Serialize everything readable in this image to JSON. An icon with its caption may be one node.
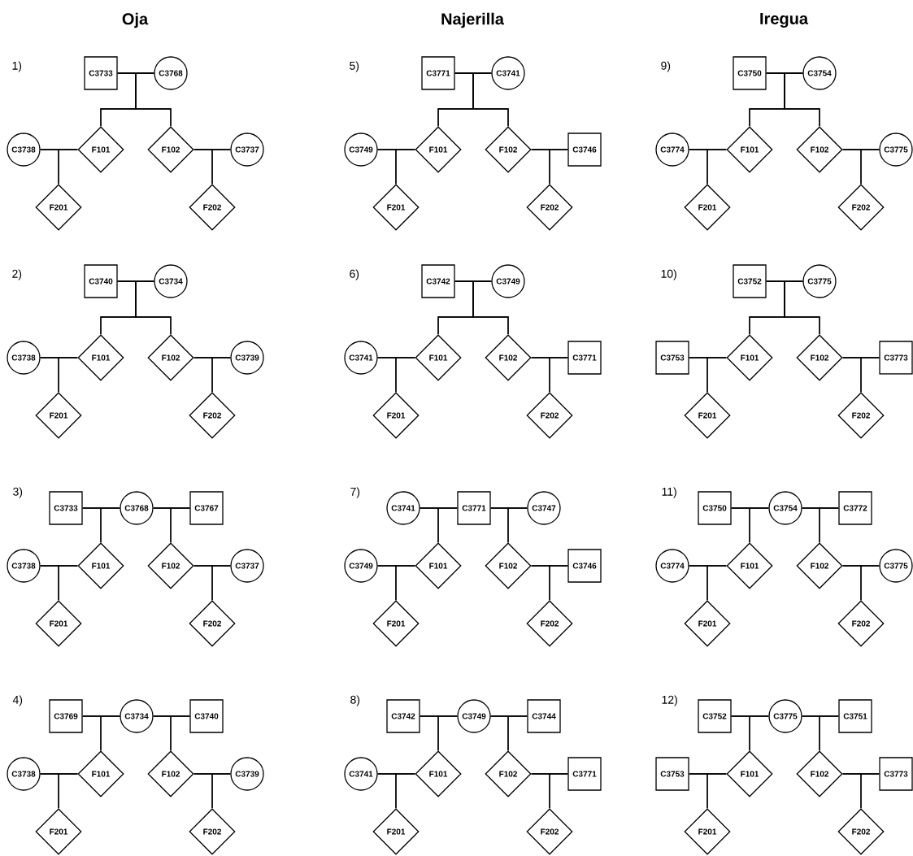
{
  "diagram": {
    "nodes": [
      {
        "text": [
          "C3733"
        ]
      },
      {
        "text": [
          "C3768"
        ]
      },
      {
        "text": [
          "C3738"
        ]
      },
      {
        "text": [
          "F101"
        ]
      },
      {
        "text": [
          "F102"
        ]
      },
      {
        "text": [
          "C3737"
        ]
      },
      {
        "text": [
          "F201"
        ]
      },
      {
        "text": [
          "F202"
        ]
      },
      {
        "text": [
          "C3740"
        ]
      },
      {
        "text": [
          "C3734"
        ]
      },
      {
        "text": [
          "C3738"
        ]
      },
      {
        "text": [
          "F101"
        ]
      },
      {
        "text": [
          "F102"
        ]
      },
      {
        "text": [
          "C3739"
        ]
      },
      {
        "text": [
          "F201"
        ]
      },
      {
        "text": [
          "F202"
        ]
      },
      {
        "text": [
          "C3733"
        ]
      },
      {
        "text": [
          "C3768"
        ]
      },
      {
        "text": [
          "C3767"
        ]
      },
      {
        "text": [
          "C3738"
        ]
      },
      {
        "text": [
          "F101"
        ]
      },
      {
        "text": [
          "F102"
        ]
      },
      {
        "text": [
          "C3737"
        ]
      },
      {
        "text": [
          "F201"
        ]
      },
      {
        "text": [
          "F202"
        ]
      },
      {
        "text": [
          "C3769"
        ]
      },
      {
        "text": [
          "C3734"
        ]
      },
      {
        "text": [
          "C3740"
        ]
      },
      {
        "text": [
          "C3738"
        ]
      },
      {
        "text": [
          "F101"
        ]
      },
      {
        "text": [
          "F102"
        ]
      },
      {
        "text": [
          "C3739"
        ]
      },
      {
        "text": [
          "F201"
        ]
      },
      {
        "text": [
          "F202"
        ]
      },
      {
        "text": [
          "C3771"
        ]
      },
      {
        "text": [
          "C3741"
        ]
      },
      {
        "text": [
          "C3749"
        ]
      },
      {
        "text": [
          "F101"
        ]
      },
      {
        "text": [
          "F102"
        ]
      },
      {
        "text": [
          "C3746"
        ]
      },
      {
        "text": [
          "F201"
        ]
      },
      {
        "text": [
          "F202"
        ]
      },
      {
        "text": [
          "C3742"
        ]
      },
      {
        "text": [
          "C3749"
        ]
      },
      {
        "text": [
          "C3741"
        ]
      },
      {
        "text": [
          "F101"
        ]
      },
      {
        "text": [
          "F102"
        ]
      },
      {
        "text": [
          "C3771"
        ]
      },
      {
        "text": [
          "F201"
        ]
      },
      {
        "text": [
          "F202"
        ]
      },
      {
        "text": [
          "C3741"
        ]
      },
      {
        "text": [
          "C3771"
        ]
      },
      {
        "text": [
          "C3747"
        ]
      },
      {
        "text": [
          "C3749"
        ]
      },
      {
        "text": [
          "F101"
        ]
      },
      {
        "text": [
          "F102"
        ]
      },
      {
        "text": [
          "C3746"
        ]
      },
      {
        "text": [
          "F201"
        ]
      },
      {
        "text": [
          "F202"
        ]
      },
      {
        "text": [
          "C3742"
        ]
      },
      {
        "text": [
          "C3749"
        ]
      },
      {
        "text": [
          "C3744"
        ]
      },
      {
        "text": [
          "C3741"
        ]
      },
      {
        "text": [
          "F101"
        ]
      },
      {
        "text": [
          "F102"
        ]
      },
      {
        "text": [
          "C3771"
        ]
      },
      {
        "text": [
          "F201"
        ]
      },
      {
        "text": [
          "F202"
        ]
      },
      {
        "text": [
          "C3750"
        ]
      },
      {
        "text": [
          "C3754"
        ]
      },
      {
        "text": [
          "C3774"
        ]
      },
      {
        "text": [
          "F101"
        ]
      },
      {
        "text": [
          "F102"
        ]
      },
      {
        "text": [
          "C3775"
        ]
      },
      {
        "text": [
          "F201"
        ]
      },
      {
        "text": [
          "F202"
        ]
      },
      {
        "text": [
          "C3752"
        ]
      },
      {
        "text": [
          "C3775"
        ]
      },
      {
        "text": [
          "C3753"
        ]
      },
      {
        "text": [
          "F101"
        ]
      },
      {
        "text": [
          "F102"
        ]
      },
      {
        "text": [
          "C3773"
        ]
      },
      {
        "text": [
          "F201"
        ]
      },
      {
        "text": [
          "F202"
        ]
      },
      {
        "text": [
          "C3750"
        ]
      },
      {
        "text": [
          "C3754"
        ]
      },
      {
        "text": [
          "C3772"
        ]
      },
      {
        "text": [
          "C3774"
        ]
      },
      {
        "text": [
          "F101"
        ]
      },
      {
        "text": [
          "F102"
        ]
      },
      {
        "text": [
          "C3775"
        ]
      },
      {
        "text": [
          "F201"
        ]
      },
      {
        "text": [
          "F202"
        ]
      },
      {
        "text": [
          "C3752"
        ]
      },
      {
        "text": [
          "C3775"
        ]
      },
      {
        "text": [
          "C3751"
        ]
      },
      {
        "text": [
          "C3753"
        ]
      },
      {
        "text": [
          "F101"
        ]
      },
      {
        "text": [
          "F102"
        ]
      },
      {
        "text": [
          "C3773"
        ]
      },
      {
        "text": [
          "F201"
        ]
      },
      {
        "text": [
          "F202"
        ]
      }
    ],
    "edges": [
      {
        "from": 0,
        "to": 1,
        "arrow": "none"
      },
      {
        "from": 0,
        "to": 3,
        "arrow": "none"
      },
      {
        "from": 1,
        "to": 3,
        "arrow": "none"
      },
      {
        "from": 0,
        "to": 4,
        "arrow": "none"
      },
      {
        "from": 1,
        "to": 4,
        "arrow": "none"
      },
      {
        "from": 2,
        "to": 3,
        "arrow": "none"
      },
      {
        "from": 2,
        "to": 6,
        "arrow": "none"
      },
      {
        "from": 3,
        "to": 6,
        "arrow": "none"
      },
      {
        "from": 4,
        "to": 5,
        "arrow": "none"
      },
      {
        "from": 4,
        "to": 7,
        "arrow": "none"
      },
      {
        "from": 5,
        "to": 7,
        "arrow": "none"
      },
      {
        "from": 8,
        "to": 9,
        "arrow": "none"
      },
      {
        "from": 8,
        "to": 11,
        "arrow": "none"
      },
      {
        "from": 9,
        "to": 11,
        "arrow": "none"
      },
      {
        "from": 8,
        "to": 12,
        "arrow": "none"
      },
      {
        "from": 9,
        "to": 12,
        "arrow": "none"
      },
      {
        "from": 10,
        "to": 11,
        "arrow": "none"
      },
      {
        "from": 10,
        "to": 14,
        "arrow": "none"
      },
      {
        "from": 11,
        "to": 14,
        "arrow": "none"
      },
      {
        "from": 12,
        "to": 13,
        "arrow": "none"
      },
      {
        "from": 12,
        "to": 15,
        "arrow": "none"
      },
      {
        "from": 13,
        "to": 15,
        "arrow": "none"
      },
      {
        "from": 16,
        "to": 17,
        "arrow": "none"
      },
      {
        "from": 17,
        "to": 18,
        "arrow": "none"
      },
      {
        "from": 16,
        "to": 20,
        "arrow": "none"
      },
      {
        "from": 17,
        "to": 20,
        "arrow": "none"
      },
      {
        "from": 17,
        "to": 21,
        "arrow": "none"
      },
      {
        "from": 18,
        "to": 21,
        "arrow": "none"
      },
      {
        "from": 19,
        "to": 20,
        "arrow": "none"
      },
      {
        "from": 19,
        "to": 23,
        "arrow": "none"
      },
      {
        "from": 20,
        "to": 23,
        "arrow": "none"
      },
      {
        "from": 21,
        "to": 22,
        "arrow": "none"
      },
      {
        "from": 21,
        "to": 24,
        "arrow": "none"
      },
      {
        "from": 22,
        "to": 24,
        "arrow": "none"
      },
      {
        "from": 25,
        "to": 26,
        "arrow": "none"
      },
      {
        "from": 26,
        "to": 27,
        "arrow": "none"
      },
      {
        "from": 25,
        "to": 29,
        "arrow": "none"
      },
      {
        "from": 26,
        "to": 29,
        "arrow": "none"
      },
      {
        "from": 26,
        "to": 30,
        "arrow": "none"
      },
      {
        "from": 27,
        "to": 30,
        "arrow": "none"
      },
      {
        "from": 28,
        "to": 29,
        "arrow": "none"
      },
      {
        "from": 28,
        "to": 32,
        "arrow": "none"
      },
      {
        "from": 29,
        "to": 32,
        "arrow": "none"
      },
      {
        "from": 30,
        "to": 31,
        "arrow": "none"
      },
      {
        "from": 30,
        "to": 33,
        "arrow": "none"
      },
      {
        "from": 31,
        "to": 33,
        "arrow": "none"
      },
      {
        "from": 34,
        "to": 35,
        "arrow": "none"
      },
      {
        "from": 34,
        "to": 37,
        "arrow": "none"
      },
      {
        "from": 35,
        "to": 37,
        "arrow": "none"
      },
      {
        "from": 34,
        "to": 38,
        "arrow": "none"
      },
      {
        "from": 35,
        "to": 38,
        "arrow": "none"
      },
      {
        "from": 36,
        "to": 37,
        "arrow": "none"
      },
      {
        "from": 36,
        "to": 40,
        "arrow": "none"
      },
      {
        "from": 37,
        "to": 40,
        "arrow": "none"
      },
      {
        "from": 38,
        "to": 39,
        "arrow": "none"
      },
      {
        "from": 38,
        "to": 41,
        "arrow": "none"
      },
      {
        "from": 39,
        "to": 41,
        "arrow": "none"
      },
      {
        "from": 42,
        "to": 43,
        "arrow": "none"
      },
      {
        "from": 42,
        "to": 45,
        "arrow": "none"
      },
      {
        "from": 43,
        "to": 45,
        "arrow": "none"
      },
      {
        "from": 42,
        "to": 46,
        "arrow": "none"
      },
      {
        "from": 43,
        "to": 46,
        "arrow": "none"
      },
      {
        "from": 44,
        "to": 45,
        "arrow": "none"
      },
      {
        "from": 44,
        "to": 48,
        "arrow": "none"
      },
      {
        "from": 45,
        "to": 48,
        "arrow": "none"
      },
      {
        "from": 46,
        "to": 47,
        "arrow": "none"
      },
      {
        "from": 46,
        "to": 49,
        "arrow": "none"
      },
      {
        "from": 47,
        "to": 49,
        "arrow": "none"
      },
      {
        "from": 50,
        "to": 51,
        "arrow": "none"
      },
      {
        "from": 51,
        "to": 52,
        "arrow": "none"
      },
      {
        "from": 50,
        "to": 54,
        "arrow": "none"
      },
      {
        "from": 51,
        "to": 54,
        "arrow": "none"
      },
      {
        "from": 51,
        "to": 55,
        "arrow": "none"
      },
      {
        "from": 52,
        "to": 55,
        "arrow": "none"
      },
      {
        "from": 53,
        "to": 54,
        "arrow": "none"
      },
      {
        "from": 53,
        "to": 57,
        "arrow": "none"
      },
      {
        "from": 54,
        "to": 57,
        "arrow": "none"
      },
      {
        "from": 55,
        "to": 56,
        "arrow": "none"
      },
      {
        "from": 55,
        "to": 58,
        "arrow": "none"
      },
      {
        "from": 56,
        "to": 58,
        "arrow": "none"
      },
      {
        "from": 59,
        "to": 60,
        "arrow": "none"
      },
      {
        "from": 60,
        "to": 61,
        "arrow": "none"
      },
      {
        "from": 59,
        "to": 63,
        "arrow": "none"
      },
      {
        "from": 60,
        "to": 63,
        "arrow": "none"
      },
      {
        "from": 60,
        "to": 64,
        "arrow": "none"
      },
      {
        "from": 61,
        "to": 64,
        "arrow": "none"
      },
      {
        "from": 62,
        "to": 63,
        "arrow": "none"
      },
      {
        "from": 62,
        "to": 66,
        "arrow": "none"
      },
      {
        "from": 63,
        "to": 66,
        "arrow": "none"
      },
      {
        "from": 64,
        "to": 65,
        "arrow": "none"
      },
      {
        "from": 64,
        "to": 67,
        "arrow": "none"
      },
      {
        "from": 65,
        "to": 67,
        "arrow": "none"
      },
      {
        "from": 68,
        "to": 69,
        "arrow": "none"
      },
      {
        "from": 68,
        "to": 71,
        "arrow": "none"
      },
      {
        "from": 69,
        "to": 71,
        "arrow": "none"
      },
      {
        "from": 68,
        "to": 72,
        "arrow": "none"
      },
      {
        "from": 69,
        "to": 72,
        "arrow": "none"
      },
      {
        "from": 70,
        "to": 71,
        "arrow": "none"
      },
      {
        "from": 70,
        "to": 74,
        "arrow": "none"
      },
      {
        "from": 71,
        "to": 74,
        "arrow": "none"
      },
      {
        "from": 72,
        "to": 73,
        "arrow": "none"
      },
      {
        "from": 72,
        "to": 75,
        "arrow": "none"
      },
      {
        "from": 73,
        "to": 75,
        "arrow": "none"
      },
      {
        "from": 76,
        "to": 77,
        "arrow": "none"
      },
      {
        "from": 76,
        "to": 79,
        "arrow": "none"
      },
      {
        "from": 77,
        "to": 79,
        "arrow": "none"
      },
      {
        "from": 76,
        "to": 80,
        "arrow": "none"
      },
      {
        "from": 77,
        "to": 80,
        "arrow": "none"
      },
      {
        "from": 78,
        "to": 79,
        "arrow": "none"
      },
      {
        "from": 78,
        "to": 82,
        "arrow": "none"
      },
      {
        "from": 79,
        "to": 82,
        "arrow": "none"
      },
      {
        "from": 80,
        "to": 81,
        "arrow": "none"
      },
      {
        "from": 80,
        "to": 83,
        "arrow": "none"
      },
      {
        "from": 81,
        "to": 83,
        "arrow": "none"
      },
      {
        "from": 84,
        "to": 85,
        "arrow": "none"
      },
      {
        "from": 85,
        "to": 86,
        "arrow": "none"
      },
      {
        "from": 84,
        "to": 88,
        "arrow": "none"
      },
      {
        "from": 85,
        "to": 88,
        "arrow": "none"
      },
      {
        "from": 85,
        "to": 89,
        "arrow": "none"
      },
      {
        "from": 86,
        "to": 89,
        "arrow": "none"
      },
      {
        "from": 87,
        "to": 88,
        "arrow": "none"
      },
      {
        "from": 87,
        "to": 91,
        "arrow": "none"
      },
      {
        "from": 88,
        "to": 91,
        "arrow": "none"
      },
      {
        "from": 89,
        "to": 90,
        "arrow": "none"
      },
      {
        "from": 89,
        "to": 92,
        "arrow": "none"
      },
      {
        "from": 90,
        "to": 92,
        "arrow": "none"
      },
      {
        "from": 93,
        "to": 94,
        "arrow": "none"
      },
      {
        "from": 94,
        "to": 95,
        "arrow": "none"
      },
      {
        "from": 93,
        "to": 97,
        "arrow": "none"
      },
      {
        "from": 94,
        "to": 97,
        "arrow": "none"
      },
      {
        "from": 94,
        "to": 98,
        "arrow": "none"
      },
      {
        "from": 95,
        "to": 98,
        "arrow": "none"
      },
      {
        "from": 96,
        "to": 97,
        "arrow": "none"
      },
      {
        "from": 96,
        "to": 100,
        "arrow": "none"
      },
      {
        "from": 97,
        "to": 100,
        "arrow": "none"
      },
      {
        "from": 98,
        "to": 99,
        "arrow": "none"
      },
      {
        "from": 98,
        "to": 101,
        "arrow": "none"
      },
      {
        "from": 99,
        "to": 101,
        "arrow": "none"
      }
    ],
    "labels": [
      "Oja",
      "Najerilla",
      "Iregua",
      "1)",
      "5)",
      "9)",
      "2)",
      "6)",
      "10)",
      "3)",
      "7)",
      "11)",
      "4)",
      "8)",
      "12)"
    ]
  }
}
